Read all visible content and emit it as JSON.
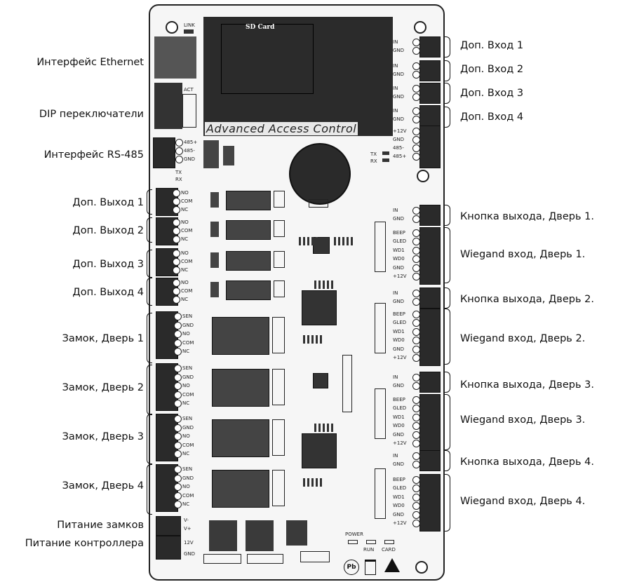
{
  "board": {
    "title": "Advanced Access Control",
    "sd_card": "SD Card",
    "link": "LINK",
    "act": "ACT",
    "rs485_pins": [
      "485+",
      "485-",
      "GND"
    ],
    "tx": "TX",
    "rx": "RX",
    "power": "POWER",
    "run": "RUN",
    "card": "CARD",
    "v_plus": "V+",
    "v_minus": "V-",
    "v12": "12V",
    "gnd": "GND",
    "pb": "Pb",
    "aux_in_pins": [
      "IN",
      "GND"
    ],
    "right_pwr_pins": [
      "+12V",
      "GND",
      "485-",
      "485+"
    ],
    "relay_pins": [
      "NO",
      "COM",
      "NC"
    ],
    "lock_pins": [
      "SEN",
      "GND",
      "NO",
      "COM",
      "NC"
    ],
    "button_pins": [
      "IN",
      "GND"
    ],
    "wiegand_pins": [
      "BEEP",
      "GLED",
      "WD1",
      "WD0",
      "GND",
      "+12V"
    ]
  },
  "left_labels": [
    "Интерфейс Ethernet",
    "DIP переключатели",
    "Интерфейс RS-485",
    "Доп. Выход 1",
    "Доп. Выход 2",
    "Доп. Выход 3",
    "Доп. Выход 4",
    "Замок, Дверь 1",
    "Замок, Дверь 2",
    "Замок, Дверь 3",
    "Замок, Дверь 4",
    "Питание замков",
    "Питание контроллера"
  ],
  "right_labels": [
    "Доп. Вход 1",
    "Доп. Вход 2",
    "Доп. Вход 3",
    "Доп. Вход 4",
    "Кнопка выхода, Дверь 1.",
    "Wiegand вход, Дверь 1.",
    "Кнопка выхода, Дверь 2.",
    "Wiegand вход, Дверь 2.",
    "Кнопка выхода, Дверь 3.",
    "Wiegand вход, Дверь 3.",
    "Кнопка выхода, Дверь 4.",
    "Wiegand вход, Дверь 4."
  ]
}
